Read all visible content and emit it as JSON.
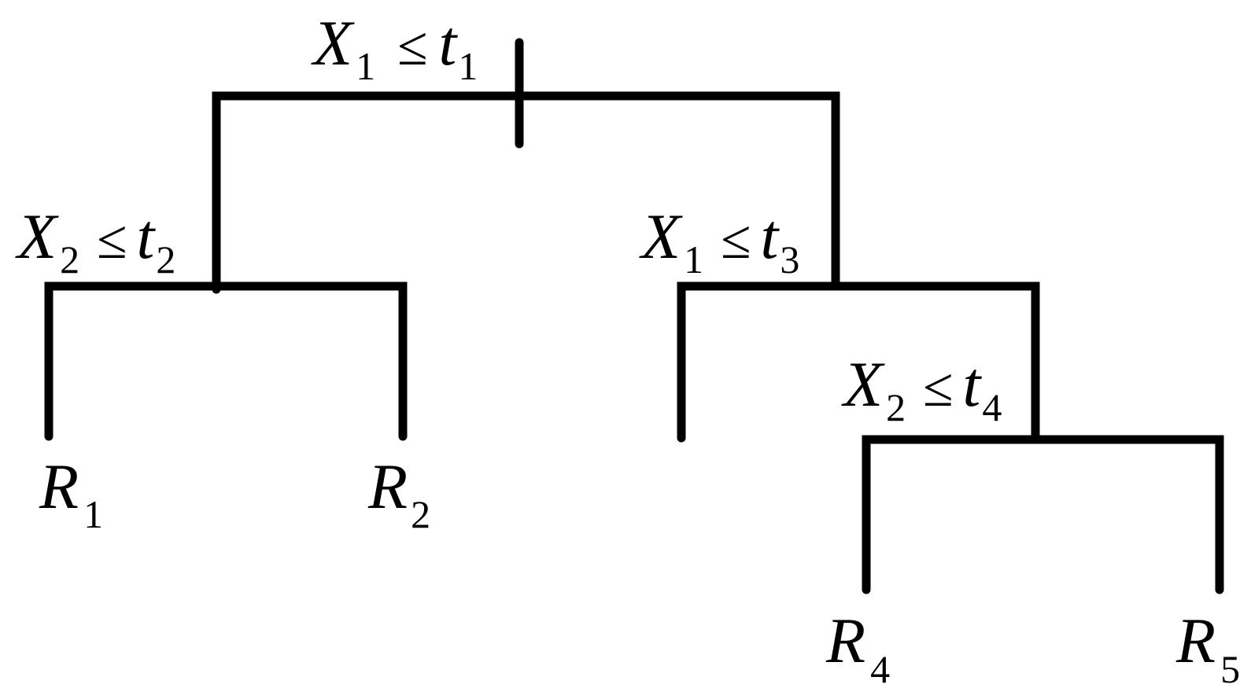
{
  "splits": [
    {
      "var": "X",
      "var_sub": "1",
      "op": "≤",
      "thr": "t",
      "thr_sub": "1"
    },
    {
      "var": "X",
      "var_sub": "2",
      "op": "≤",
      "thr": "t",
      "thr_sub": "2"
    },
    {
      "var": "X",
      "var_sub": "1",
      "op": "≤",
      "thr": "t",
      "thr_sub": "3"
    },
    {
      "var": "X",
      "var_sub": "2",
      "op": "≤",
      "thr": "t",
      "thr_sub": "4"
    }
  ],
  "leaves": [
    {
      "name": "R",
      "sub": "1"
    },
    {
      "name": "R",
      "sub": "2"
    },
    {
      "name": "R",
      "sub": "4"
    },
    {
      "name": "R",
      "sub": "5"
    }
  ],
  "colors": {
    "line": "#000000",
    "text": "#000000",
    "background": "#ffffff"
  }
}
